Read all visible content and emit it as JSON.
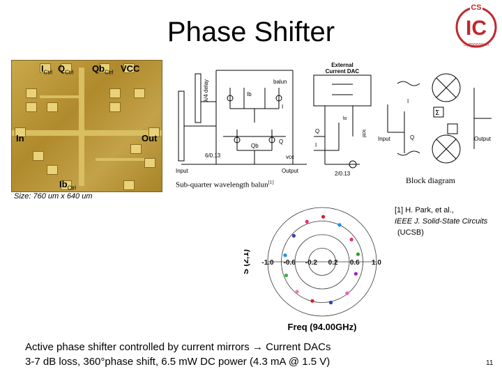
{
  "title": "Phase Shifter",
  "logo": {
    "line1": "CS",
    "line2": "IC",
    "line3": "Symposium",
    "color": "#c0282d"
  },
  "die": {
    "labels": {
      "i_ctrl": "I",
      "i_ctrl_sub": "Ctrl",
      "q_ctrl": "Q",
      "q_ctrl_sub": "Ctrl",
      "qb_ctrl": "Qb",
      "qb_ctrl_sub": "Ctrl",
      "vcc": "VCC",
      "in": "In",
      "out": "Out",
      "ib_ctrl": "Ib",
      "ib_ctrl_sub": "Ctrl"
    },
    "size_caption": "Size: 760 um x 640 um"
  },
  "balun_schematic": {
    "labels": [
      "λ/4 delay",
      "balun",
      "Ib",
      "I",
      "Q",
      "Qb",
      "6/0.13",
      "Input",
      "Output",
      "vcc"
    ],
    "caption": "Sub-quarter wavelength balun",
    "caption_ref": "[1]"
  },
  "dac_schematic": {
    "labels": [
      "External",
      "Current DAC",
      "I",
      "Q",
      "2/0.13",
      "lo",
      "Ictrl"
    ]
  },
  "block_diagram": {
    "labels": [
      "I",
      "Q",
      "Σ",
      "Input",
      "Output"
    ],
    "caption": "Block diagram"
  },
  "reference": {
    "line1": "[1] H. Park, et al.,",
    "line2": "IEEE J. Solid-State Circuits",
    "line3": "(UCSB)"
  },
  "smith_plot": {
    "ylabel": "S (2,1)",
    "xticks": [
      "-1.0",
      "-0.6",
      "-0.2",
      "0.2",
      "0.6",
      "1.0"
    ],
    "xlabel": "Freq (94.00GHz)"
  },
  "chart_data": {
    "type": "scatter",
    "title": "",
    "xlabel": "Freq (94.00GHz)",
    "ylabel": "S (2,1)",
    "xlim": [
      -1.0,
      1.0
    ],
    "ylim": [
      -1.0,
      1.0
    ],
    "grid": "polar",
    "points": [
      {
        "x": 0.02,
        "y": 0.83,
        "color": "#d02020"
      },
      {
        "x": 0.32,
        "y": 0.68,
        "color": "#2090e0"
      },
      {
        "x": 0.54,
        "y": 0.41,
        "color": "#e03070"
      },
      {
        "x": 0.66,
        "y": 0.14,
        "color": "#30a030"
      },
      {
        "x": 0.62,
        "y": -0.22,
        "color": "#a020c0"
      },
      {
        "x": 0.46,
        "y": -0.58,
        "color": "#e060c0"
      },
      {
        "x": 0.16,
        "y": -0.75,
        "color": "#2040c0"
      },
      {
        "x": -0.18,
        "y": -0.72,
        "color": "#d02020"
      },
      {
        "x": -0.46,
        "y": -0.55,
        "color": "#f080a0"
      },
      {
        "x": -0.66,
        "y": -0.25,
        "color": "#40b040"
      },
      {
        "x": -0.68,
        "y": 0.12,
        "color": "#2090e0"
      },
      {
        "x": -0.52,
        "y": 0.48,
        "color": "#3040b0"
      },
      {
        "x": -0.28,
        "y": 0.74,
        "color": "#e03070"
      }
    ]
  },
  "bottom": {
    "line1_pre": "Active phase shifter controlled by current mirrors ",
    "line1_arrow": "→",
    "line1_post": " Current DACs",
    "line2": "3-7 dB loss, 360°phase shift, 6.5 mW DC power (4.3 mA @ 1.5 V)"
  },
  "page_number": "11"
}
